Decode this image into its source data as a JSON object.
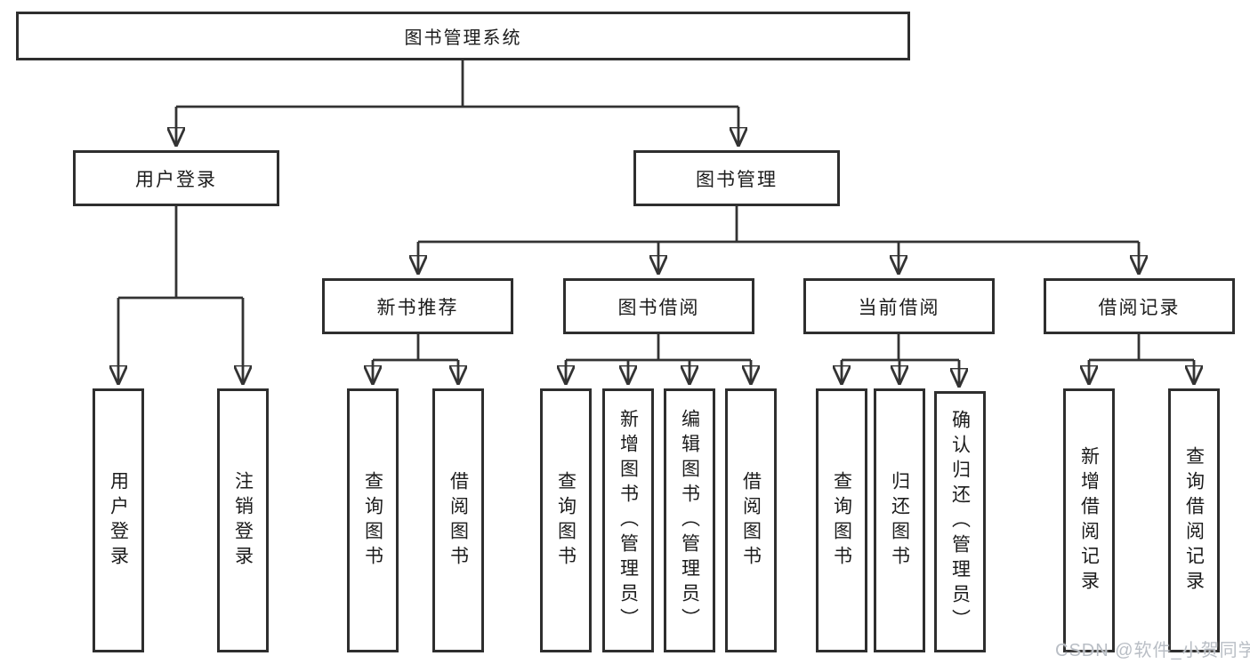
{
  "diagram_title": "图书管理系统",
  "colors": {
    "line": "#333333",
    "box_border": "#2e2e2e",
    "text": "#1c1c1c",
    "watermark": "#b9bec5",
    "background": "#ffffff"
  },
  "tree": {
    "root": "图书管理系统",
    "branches": [
      {
        "label": "用户登录",
        "children": [
          "用户登录",
          "注销登录"
        ]
      },
      {
        "label": "图书管理",
        "modules": [
          {
            "label": "新书推荐",
            "children": [
              "查询图书",
              "借阅图书"
            ]
          },
          {
            "label": "图书借阅",
            "children": [
              "查询图书",
              "新增图书（管理员）",
              "编辑图书（管理员）",
              "借阅图书"
            ]
          },
          {
            "label": "当前借阅",
            "children": [
              "查询图书",
              "归还图书",
              "确认归还（管理员）"
            ]
          },
          {
            "label": "借阅记录",
            "children": [
              "新增借阅记录",
              "查询借阅记录"
            ]
          }
        ]
      }
    ]
  },
  "watermark": "CSDN @软件_小贺同学"
}
